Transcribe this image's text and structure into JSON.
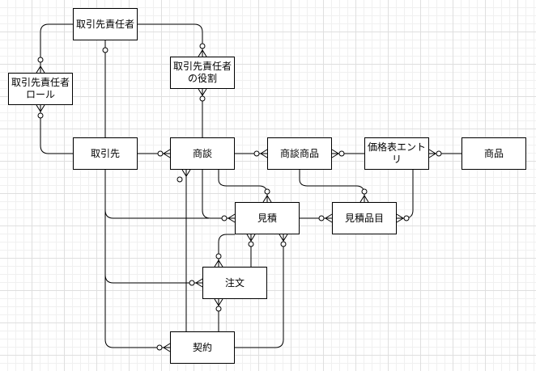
{
  "entities": {
    "contact": "取引先責任者",
    "contact_role_link": "取引先責任者\nロール",
    "opportunity_contact_role": "取引先責任者\nの役割",
    "account": "取引先",
    "opportunity": "商談",
    "opportunity_product": "商談商品",
    "price_book_entry": "価格表エントリ",
    "product": "商品",
    "quote": "見積",
    "quote_line_item": "見積品目",
    "order": "注文",
    "contract": "契約"
  }
}
